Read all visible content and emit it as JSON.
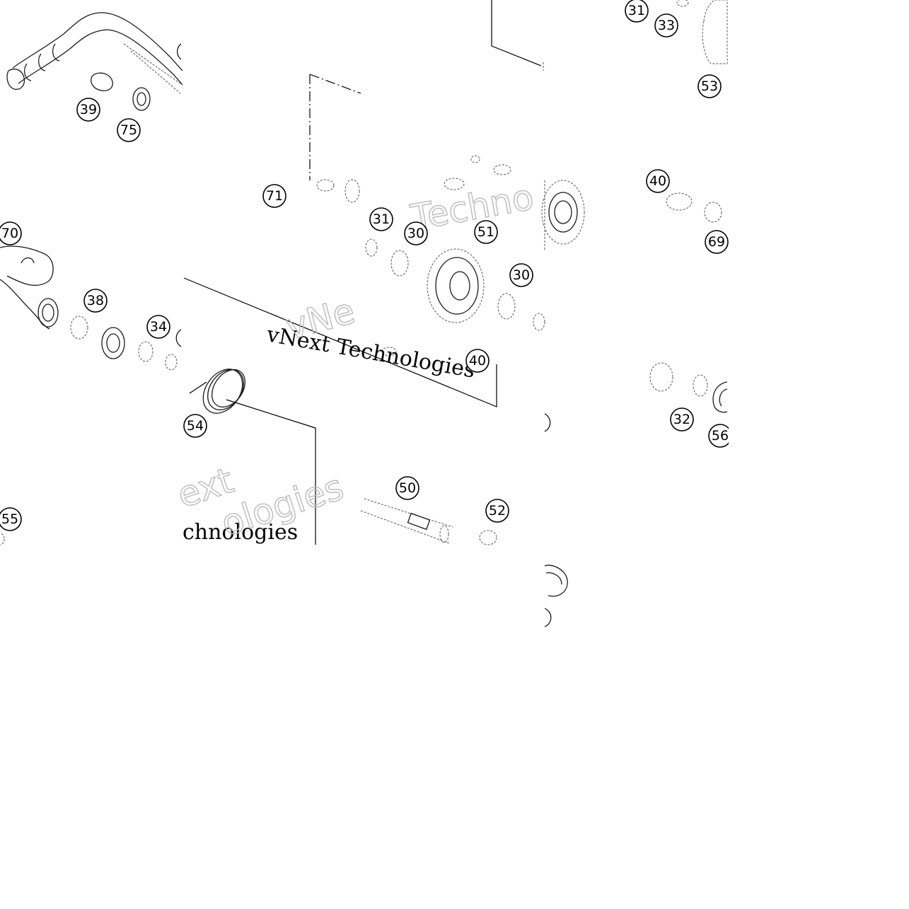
{
  "diagram": {
    "callouts": [
      "31",
      "33",
      "53",
      "39",
      "75",
      "71",
      "40",
      "69",
      "70",
      "31",
      "30",
      "51",
      "30",
      "38",
      "34",
      "40",
      "54",
      "32",
      "56",
      "55",
      "50",
      "52"
    ],
    "watermark_text": "vNext Technologies",
    "watermark_fragments": [
      "Techno",
      "vNe",
      "ext",
      "chnologies",
      "ologies"
    ]
  }
}
